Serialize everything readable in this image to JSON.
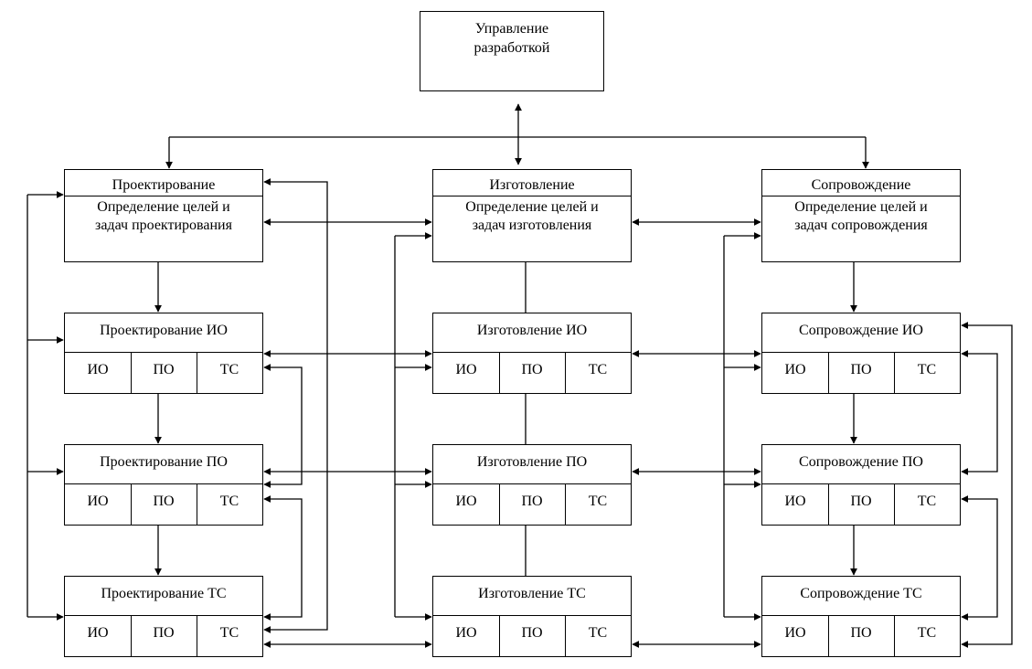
{
  "top": {
    "line1": "Управление",
    "line2": "разработкой"
  },
  "columns": [
    {
      "head": {
        "title": "Проектирование",
        "line1": "Определение целей и",
        "line2": "задач проектирования"
      },
      "subs": [
        {
          "title": "Проектирование ИО",
          "cells": [
            "ИО",
            "ПО",
            "ТС"
          ]
        },
        {
          "title": "Проектирование ПО",
          "cells": [
            "ИО",
            "ПО",
            "ТС"
          ]
        },
        {
          "title": "Проектирование ТС",
          "cells": [
            "ИО",
            "ПО",
            "ТС"
          ]
        }
      ]
    },
    {
      "head": {
        "title": "Изготовление",
        "line1": "Определение целей и",
        "line2": "задач  изготовления"
      },
      "subs": [
        {
          "title": "Изготовление ИО",
          "cells": [
            "ИО",
            "ПО",
            "ТС"
          ]
        },
        {
          "title": "Изготовление ПО",
          "cells": [
            "ИО",
            "ПО",
            "ТС"
          ]
        },
        {
          "title": "Изготовление ТС",
          "cells": [
            "ИО",
            "ПО",
            "ТС"
          ]
        }
      ]
    },
    {
      "head": {
        "title": "Сопровождение",
        "line1": "Определение целей и",
        "line2": "задач сопровождения"
      },
      "subs": [
        {
          "title": "Сопровождение ИО",
          "cells": [
            "ИО",
            "ПО",
            "ТС"
          ]
        },
        {
          "title": "Сопровождение ПО",
          "cells": [
            "ИО",
            "ПО",
            "ТС"
          ]
        },
        {
          "title": "Сопровождение ТС",
          "cells": [
            "ИО",
            "ПО",
            "ТС"
          ]
        }
      ]
    }
  ]
}
